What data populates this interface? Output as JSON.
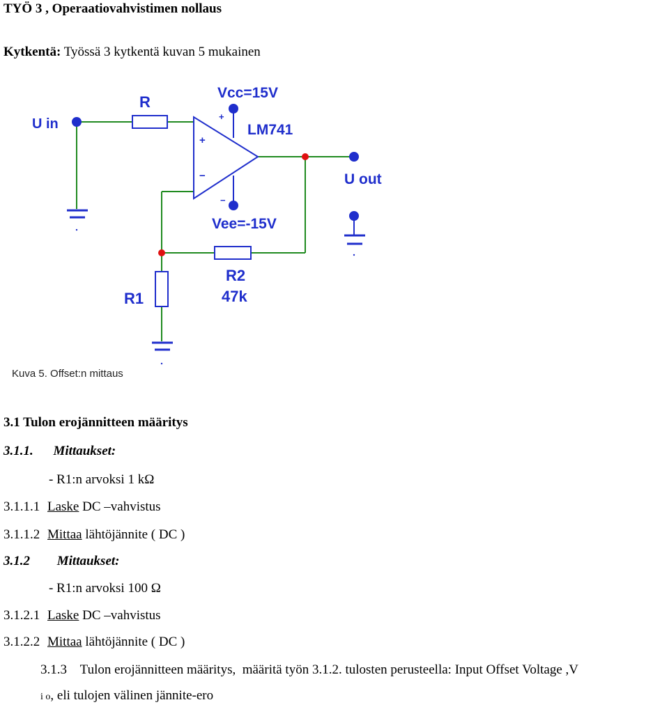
{
  "title": "TYÖ 3 , Operaatiovahvistimen nollaus",
  "kytkenta": {
    "label": "Kytkentä:",
    "text": "Työssä 3 kytkentä kuvan 5 mukainen"
  },
  "circuit": {
    "labels": {
      "u_in": "U in",
      "r": "R",
      "vcc": "Vcc=15V",
      "chip": "LM741",
      "u_out": "U out",
      "vee": "Vee=-15V",
      "r2": "R2",
      "r2_value": "47k",
      "r1": "R1",
      "plus_supply": "+",
      "minus_supply": "−",
      "plus_input": "+",
      "minus_input": "−"
    },
    "colors": {
      "wire_green": "#1f8a1f",
      "component_blue": "#1f2ecc",
      "node_red": "#e01010"
    }
  },
  "caption": "Kuva 5. Offset:n mittaus",
  "section": {
    "heading": "3.1  Tulon erojännitteen määritys"
  },
  "sub1": {
    "heading_num": "3.1.1.",
    "heading_text": "Mittaukset:",
    "item": "- R1:n arvoksi 1 kΩ",
    "step1_num": "3.1.1.1",
    "step1_verb": "Laske",
    "step1_rest": "DC  –vahvistus",
    "step2_num": "3.1.1.2",
    "step2_verb": "Mittaa",
    "step2_rest": "lähtöjännite ( DC )"
  },
  "sub2": {
    "heading_num": "3.1.2",
    "heading_text": "Mittaukset:",
    "item": "- R1:n arvoksi 100 Ω",
    "step1_num": "3.1.2.1",
    "step1_verb": "Laske",
    "step1_rest": "DC  –vahvistus",
    "step2_num": "3.1.2.2",
    "step2_verb": "Mittaa",
    "step2_rest": "lähtöjännite ( DC )"
  },
  "final": {
    "line1": "3.1.3    Tulon erojännitteen määritys,  määritä työn 3.1.2. tulosten perusteella: Input Offset Voltage ,V",
    "line2_sub": "i o",
    "line2_rest": ", eli tulojen välinen jännite-ero"
  }
}
